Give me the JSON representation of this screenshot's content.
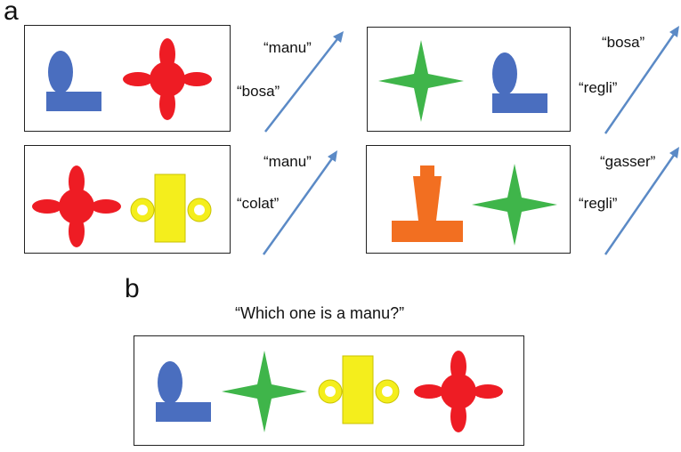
{
  "panel_a": {
    "letter": "a",
    "trials": [
      {
        "objects": [
          "blue-ellipse-on-bar",
          "red-four-lobed-flower"
        ],
        "top_label": "“manu”",
        "bottom_label": "“bosa”"
      },
      {
        "objects": [
          "green-four-point-star",
          "blue-ellipse-on-bar"
        ],
        "top_label": "“bosa”",
        "bottom_label": "“regli”"
      },
      {
        "objects": [
          "red-four-lobed-flower",
          "yellow-bar-with-rings"
        ],
        "top_label": "“manu”",
        "bottom_label": "“colat”"
      },
      {
        "objects": [
          "orange-tower-on-base",
          "green-four-point-star"
        ],
        "top_label": "“gasser”",
        "bottom_label": "“regli”"
      }
    ]
  },
  "panel_b": {
    "letter": "b",
    "question": "“Which one is a manu?”",
    "objects": [
      "blue-ellipse-on-bar",
      "green-four-point-star",
      "yellow-bar-with-rings",
      "red-four-lobed-flower"
    ]
  },
  "colors": {
    "blue": "#4a6ebf",
    "red": "#ee1c24",
    "green": "#3fb54a",
    "yellow": "#f4ee1c",
    "orange": "#f26f21",
    "arrow": "#5b8ac6"
  }
}
